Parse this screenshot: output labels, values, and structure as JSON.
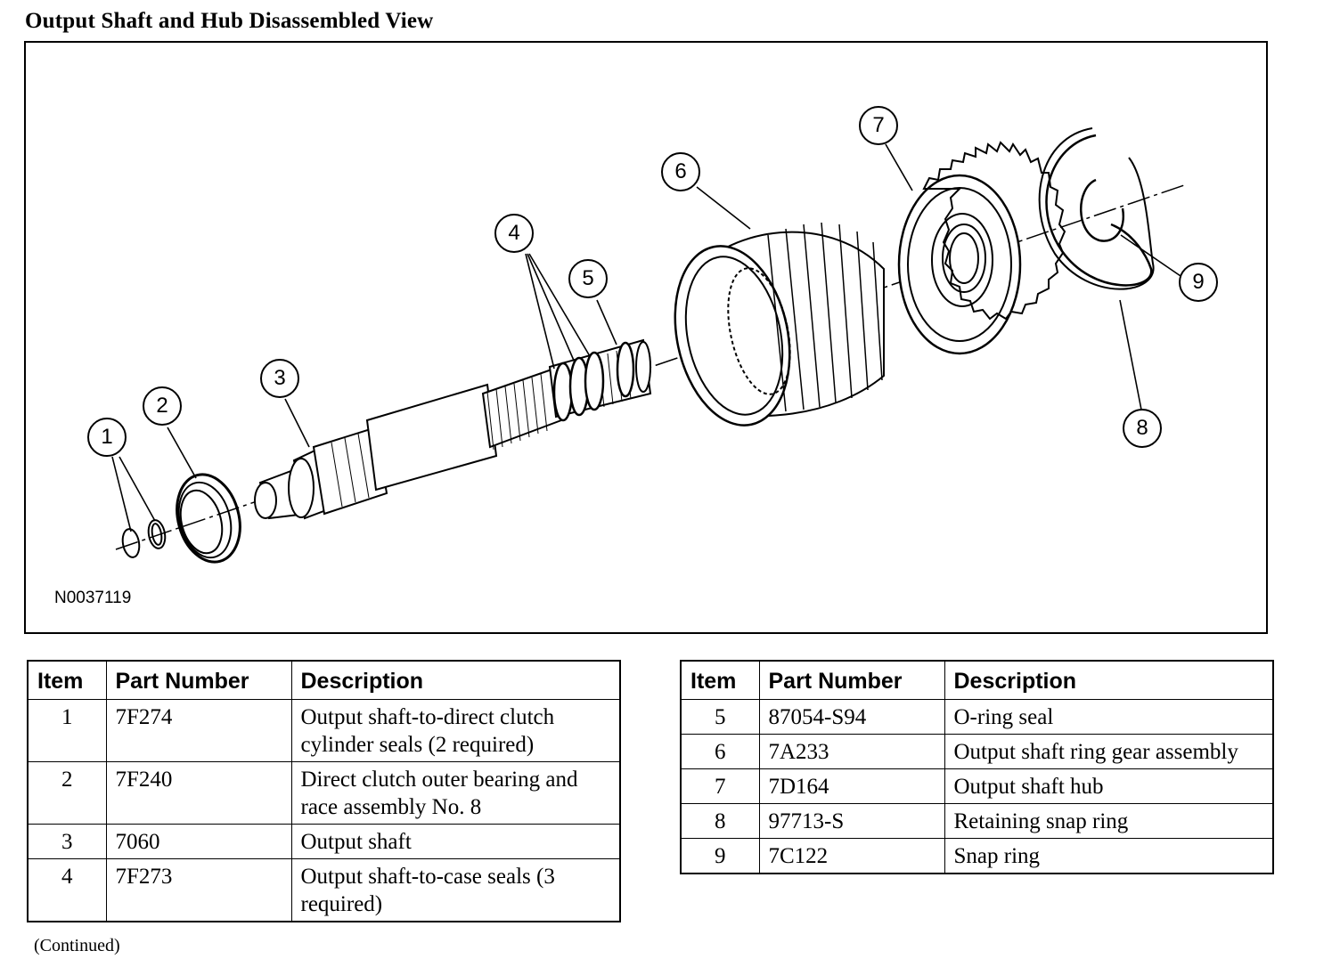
{
  "title": "Output Shaft and Hub Disassembled View",
  "figure": {
    "id": "N0037119",
    "callouts": [
      "1",
      "2",
      "3",
      "4",
      "5",
      "6",
      "7",
      "8",
      "9"
    ]
  },
  "table_headers": [
    "Item",
    "Part Number",
    "Description"
  ],
  "table_left": [
    {
      "item": "1",
      "part_number": "7F274",
      "description": "Output shaft-to-direct clutch cylinder seals (2 required)"
    },
    {
      "item": "2",
      "part_number": "7F240",
      "description": "Direct clutch outer bearing and race assembly No. 8"
    },
    {
      "item": "3",
      "part_number": "7060",
      "description": "Output shaft"
    },
    {
      "item": "4",
      "part_number": "7F273",
      "description": "Output shaft-to-case seals (3 required)"
    }
  ],
  "table_right": [
    {
      "item": "5",
      "part_number": "87054-S94",
      "description": "O-ring seal"
    },
    {
      "item": "6",
      "part_number": "7A233",
      "description": "Output shaft ring gear assembly"
    },
    {
      "item": "7",
      "part_number": "7D164",
      "description": "Output shaft hub"
    },
    {
      "item": "8",
      "part_number": "97713-S",
      "description": "Retaining snap ring"
    },
    {
      "item": "9",
      "part_number": "7C122",
      "description": "Snap ring"
    }
  ],
  "footer_note": "(Continued)"
}
